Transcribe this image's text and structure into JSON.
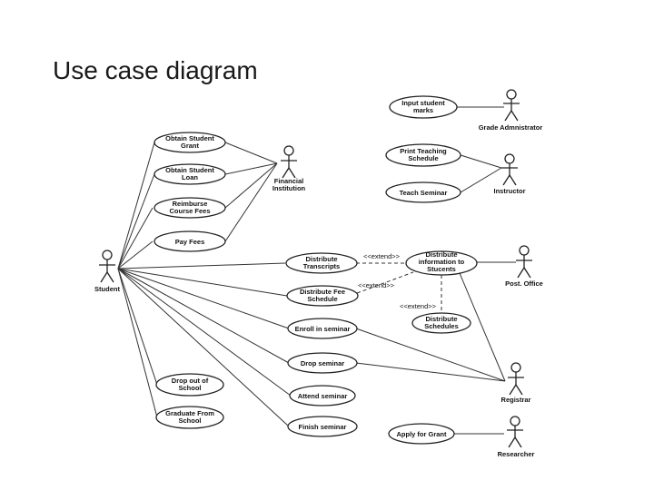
{
  "slide": {
    "title": "Use case diagram"
  },
  "actors": {
    "student": [
      "Student"
    ],
    "financial": [
      "Financial",
      "Institution"
    ],
    "grade_admin": [
      "Grade Admnistrator"
    ],
    "instructor": [
      "Instructor"
    ],
    "post_office": [
      "Post. Office"
    ],
    "registrar": [
      "Registrar"
    ],
    "researcher": [
      "Researcher"
    ]
  },
  "use_cases": {
    "obtain_grant": [
      "Obtain Student",
      "Grant"
    ],
    "obtain_loan": [
      "Obtain Student",
      "Loan"
    ],
    "reimburse": [
      "Reimburse",
      "Course Fees"
    ],
    "pay_fees": [
      "Pay Fees"
    ],
    "distribute_transcripts": [
      "Distribute",
      "Transcripts"
    ],
    "distribute_info": [
      "Distribute",
      "information to",
      "Stucents"
    ],
    "distribute_fee_schedule": [
      "Distribute Fee",
      "Schedule"
    ],
    "distribute_schedules": [
      "Distribute",
      "Schedules"
    ],
    "enrol": [
      "Enroll in seminar"
    ],
    "drop_seminar": [
      "Drop seminar"
    ],
    "attend": [
      "Attend seminar"
    ],
    "finish": [
      "Finish seminar"
    ],
    "drop_out": [
      "Drop out of",
      "School"
    ],
    "graduate": [
      "Graduate From",
      "School"
    ],
    "input_marks": [
      "Input student",
      "marks"
    ],
    "print_teaching": [
      "Print Teaching",
      "Schedule"
    ],
    "teach": [
      "Teach Seminar"
    ],
    "apply_grant": [
      "Apply for Grant"
    ]
  },
  "relations": {
    "extend_1": "<<extend>>",
    "extend_2": "<<extend>>",
    "extend_3": "<<extend>>"
  }
}
